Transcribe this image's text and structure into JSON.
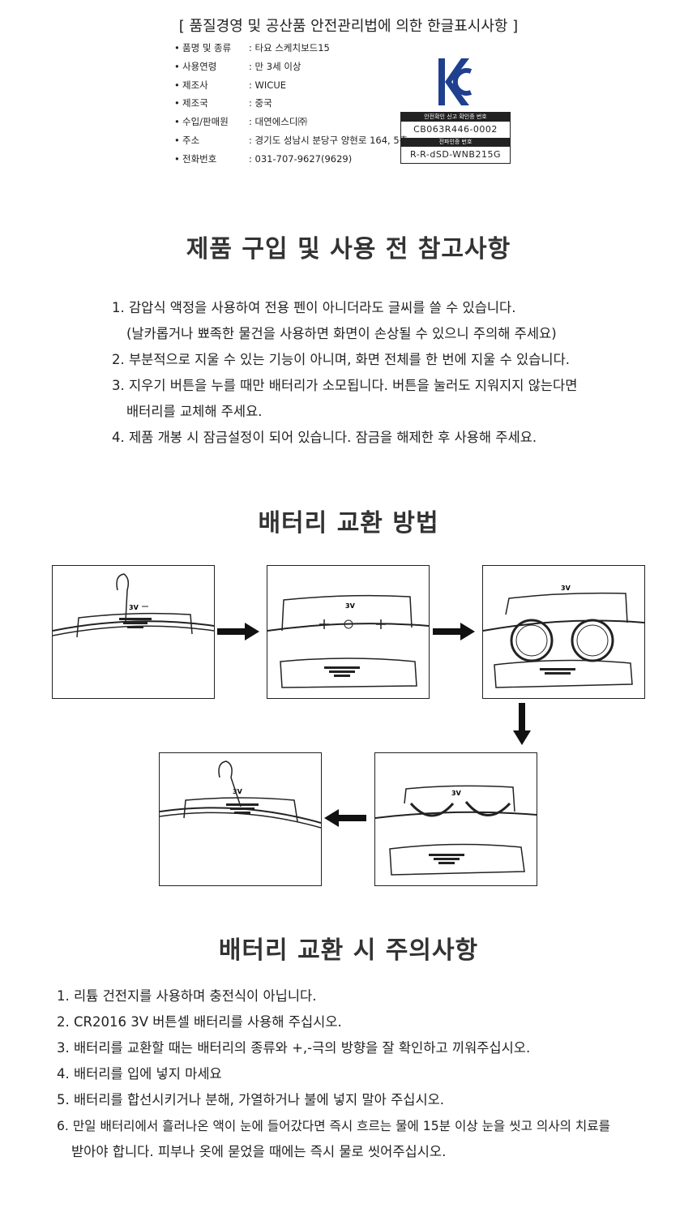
{
  "label": {
    "title": "[ 품질경영 및 공산품 안전관리법에 의한 한글표시사항 ]",
    "items": [
      {
        "key": "품명 및 종류",
        "value": ": 타요 스케치보드15"
      },
      {
        "key": "사용연령",
        "value": ": 만 3세 이상"
      },
      {
        "key": "제조사",
        "value": ": WICUE"
      },
      {
        "key": "제조국",
        "value": ": 중국"
      },
      {
        "key": "수입/판매원",
        "value": ": 대연에스디㈜"
      },
      {
        "key": "주소",
        "value": ": 경기도 성남시 분당구 양현로 164, 5층"
      },
      {
        "key": "전화번호",
        "value": ": 031-707-9627(9629)"
      }
    ],
    "kc_logo": "kc-mark-icon",
    "cert_labels": [
      "안전확인 신고 확인증 번호",
      "전파인증 번호"
    ],
    "cert_values": [
      "CB063R446-0002",
      "R-R-dSD-WNB215G"
    ]
  },
  "notes": {
    "heading": "제품 구입 및 사용 전 참고사항",
    "lines": [
      "1. 감압식 액정을 사용하여 전용 펜이 아니더라도 글씨를 쓸 수 있습니다.",
      "(날카롭거나 뾰족한 물건을 사용하면 화면이 손상될 수 있으니 주의해 주세요)",
      "2. 부분적으로 지울 수 있는 기능이 아니며, 화면 전체를 한 번에 지울 수 있습니다.",
      "3. 지우기 버튼을 누를 때만 배터리가 소모됩니다. 버튼을 눌러도 지워지지 않는다면",
      "배터리를 교체해 주세요.",
      "4. 제품 개봉 시 잠금설정이 되어 있습니다. 잠금을 해제한 후 사용해 주세요."
    ]
  },
  "battery": {
    "heading": "배터리 교환 방법",
    "cover_mark": "3V"
  },
  "caution": {
    "heading": "배터리 교환 시 주의사항",
    "lines": [
      "1. 리튬 건전지를 사용하며 충전식이 아닙니다.",
      "2. CR2016 3V 버튼셀 배터리를 사용해 주십시오.",
      "3. 배터리를 교환할 때는 배터리의 종류와 +,-극의 방향을 잘 확인하고 끼워주십시오.",
      "4. 배터리를 입에 넣지 마세요",
      "5. 배터리를 합선시키거나 분해, 가열하거나 불에 넣지 말아 주십시오.",
      "6. 만일 배터리에서 흘러나온 액이 눈에 들어갔다면 즉시 흐르는 물에 15분 이상 눈을  씻고 의사의 치료를",
      "받아야 합니다. 피부나 옷에 묻었을 때에는 즉시 물로 씻어주십시오."
    ]
  }
}
